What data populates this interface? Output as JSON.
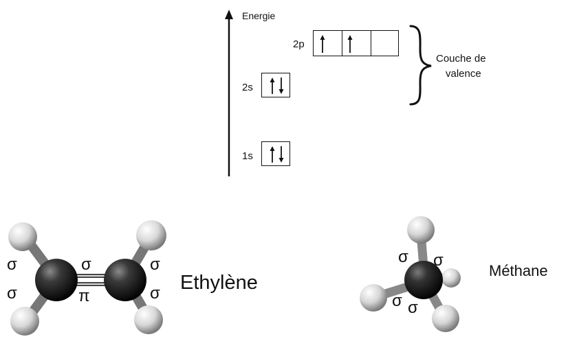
{
  "energy_diagram": {
    "axis_label": "Energie",
    "levels": [
      {
        "name": "2p",
        "cells": [
          "up",
          "up",
          "empty"
        ]
      },
      {
        "name": "2s",
        "cells": [
          "updown"
        ]
      },
      {
        "name": "1s",
        "cells": [
          "updown"
        ]
      }
    ],
    "brace_label_line1": "Couche de",
    "brace_label_line2": "valence"
  },
  "ethylene": {
    "name": "Ethylène",
    "bond_labels": {
      "top_left": "σ",
      "bottom_left": "σ",
      "center_top": "σ",
      "center_bottom": "π",
      "top_right": "σ",
      "bottom_right": "σ"
    }
  },
  "methane": {
    "name": "Méthane",
    "bond_labels": {
      "a": "σ",
      "b": "σ",
      "c": "σ",
      "d": "σ"
    }
  }
}
